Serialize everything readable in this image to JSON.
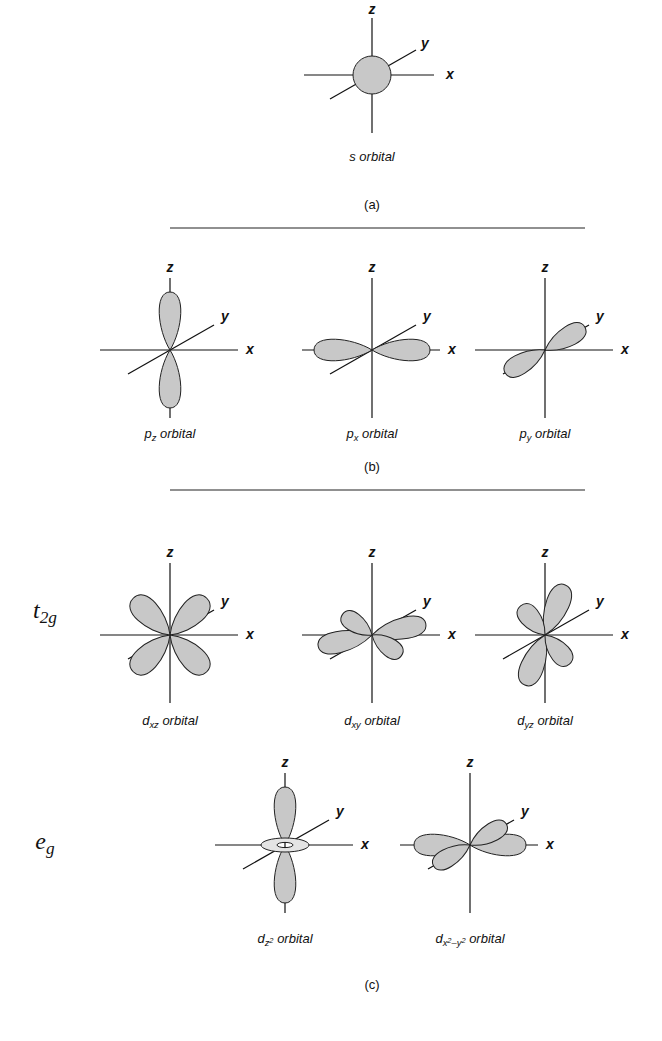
{
  "diagram": {
    "labels": [
      "z",
      "y",
      "x",
      "s orbital",
      "(a)",
      "z",
      "y",
      "x",
      "z",
      "y",
      "x",
      "z",
      "y",
      "x",
      "pz orbital",
      "px orbital",
      "py orbital",
      "(b)",
      "t2g",
      "z",
      "y",
      "x",
      "z",
      "y",
      "x",
      "z",
      "y",
      "x",
      "dxz orbital",
      "dxy orbital",
      "dyz orbital",
      "eg",
      "z",
      "y",
      "x",
      "z",
      "y",
      "x",
      "dz2 orbital",
      "dx2–y2 orbital",
      "(c)"
    ]
  }
}
